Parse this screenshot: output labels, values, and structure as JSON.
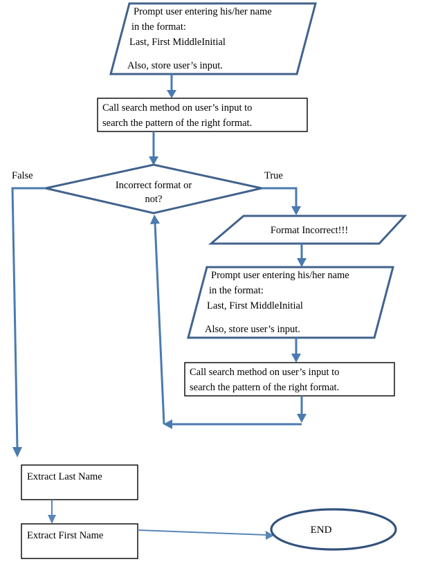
{
  "diagram": {
    "type": "flowchart",
    "title": "Name format validation flowchart",
    "colors": {
      "shape_blue": "#41628c",
      "shape_black": "#000000",
      "connector_blue": "#4a7ab0",
      "terminator_blue": "#33527d",
      "background": "#ffffff"
    },
    "nodes": {
      "input_top": {
        "shape": "parallelogram",
        "lines": [
          "Prompt user entering his/her name",
          "in the format:",
          "Last, First MiddleInitial",
          "",
          "Also, store user’s input."
        ]
      },
      "process_top": {
        "shape": "rectangle",
        "lines": [
          "Call search method on user’s input to",
          "search the pattern of the right format."
        ]
      },
      "decision": {
        "shape": "diamond",
        "lines": [
          "Incorrect format or",
          "not?"
        ]
      },
      "output_error": {
        "shape": "parallelogram",
        "lines": [
          "Format Incorrect!!!"
        ]
      },
      "input_retry": {
        "shape": "parallelogram",
        "lines": [
          "Prompt user entering his/her name",
          "in the format:",
          "Last, First MiddleInitial",
          "",
          "Also, store user’s input."
        ]
      },
      "process_retry": {
        "shape": "rectangle",
        "lines": [
          "Call search method on user’s input to",
          "search the pattern of the right format."
        ]
      },
      "extract_last": {
        "shape": "rectangle",
        "lines": [
          "Extract Last Name"
        ]
      },
      "extract_first": {
        "shape": "rectangle",
        "lines": [
          "Extract First Name"
        ]
      },
      "end": {
        "shape": "ellipse",
        "lines": [
          "END"
        ]
      }
    },
    "edge_labels": {
      "false": "False",
      "true": "True"
    }
  }
}
